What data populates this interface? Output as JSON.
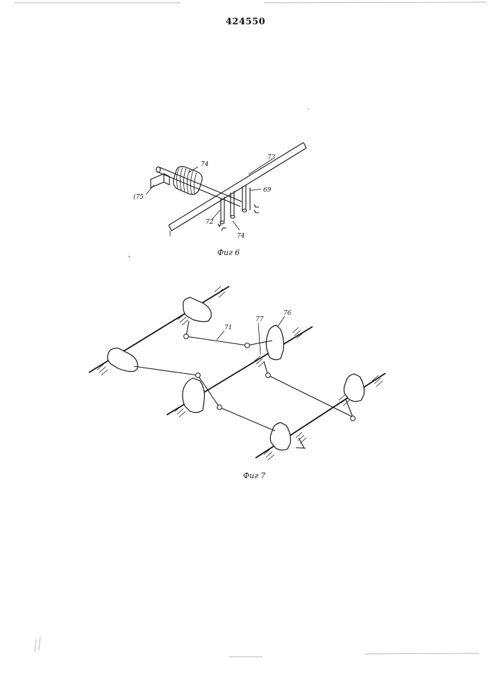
{
  "header": {
    "patent_number": "424550"
  },
  "fig6": {
    "caption": "Фиг 6",
    "labels": {
      "l74a": "74",
      "l73": "73",
      "l69": "69",
      "l75": "(75",
      "l72": "72",
      "l74b": "74"
    }
  },
  "fig7": {
    "caption": "Фиг 7",
    "labels": {
      "l71": "71",
      "l77": "77",
      "l76": "76"
    }
  }
}
